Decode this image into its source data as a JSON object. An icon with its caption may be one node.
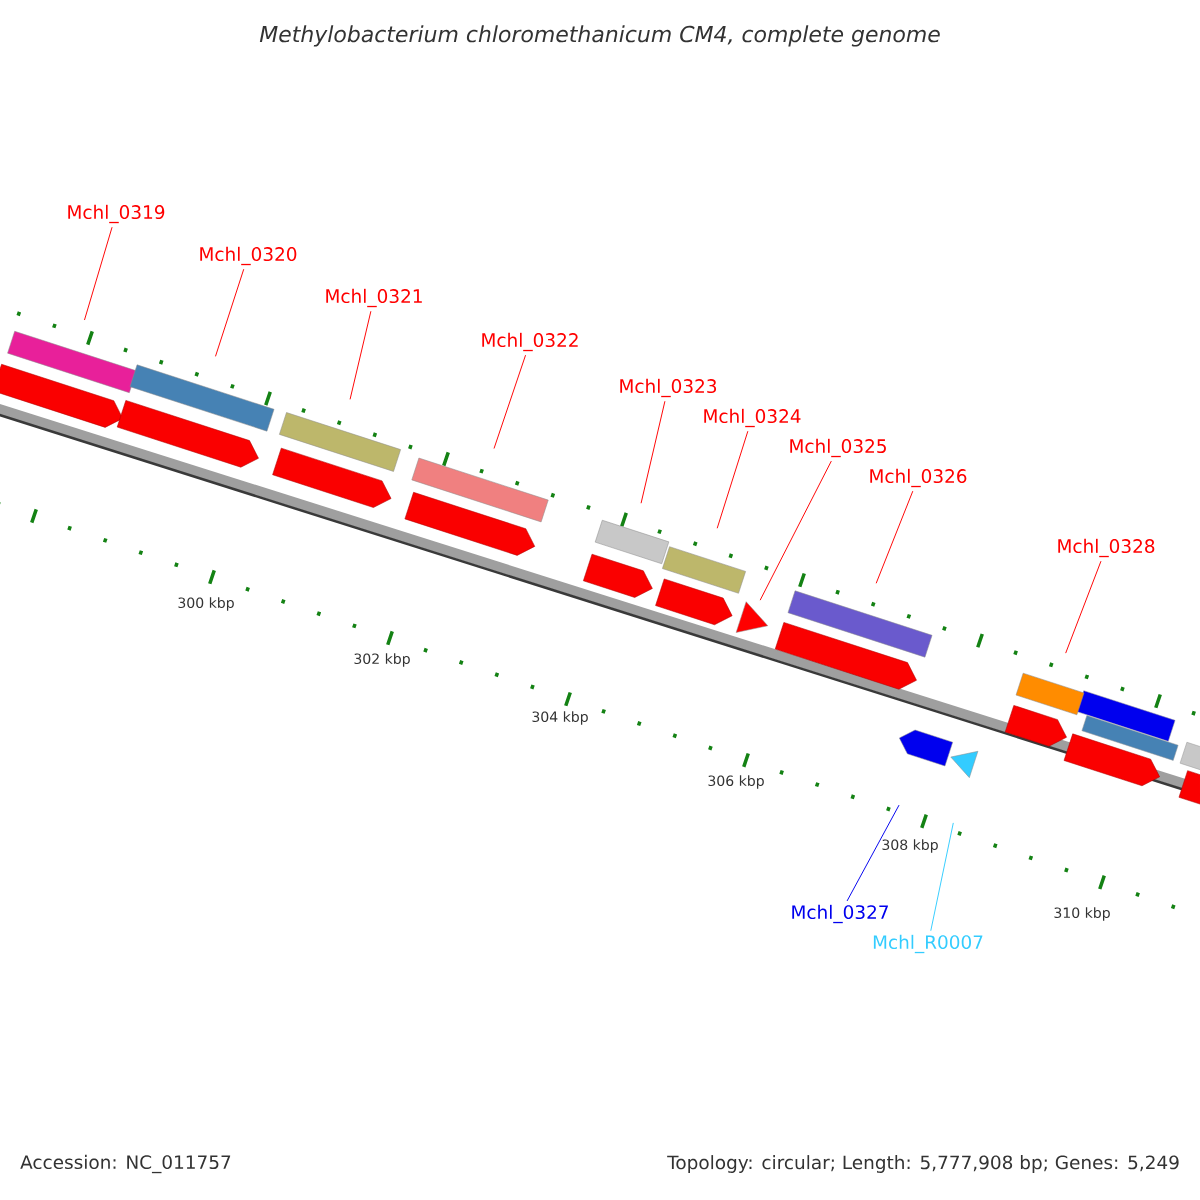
{
  "diagram": {
    "title": "Methylobacterium chloromethanicum CM4, complete genome",
    "nodes": [
      {
        "text": [
          "Mchl_0319"
        ]
      },
      {
        "text": [],
        "shape": "bar"
      },
      {
        "text": [
          "Mchl_0320"
        ]
      },
      {
        "text": [],
        "shape": "bar"
      },
      {
        "text": [
          "Mchl_0321"
        ]
      },
      {
        "text": [],
        "shape": "bar"
      },
      {
        "text": [
          "Mchl_0322"
        ]
      },
      {
        "text": [],
        "shape": "bar"
      },
      {
        "text": [
          "Mchl_0323"
        ]
      },
      {
        "text": [],
        "shape": "bar"
      },
      {
        "text": [
          "Mchl_0324"
        ]
      },
      {
        "text": [],
        "shape": "bar"
      },
      {
        "text": [
          "Mchl_0325"
        ]
      },
      {
        "text": [],
        "shape": "triangle"
      },
      {
        "text": [
          "Mchl_0326"
        ]
      },
      {
        "text": [],
        "shape": "bar"
      },
      {
        "text": [
          "Mchl_0327"
        ]
      },
      {
        "text": [],
        "shape": "arrow"
      },
      {
        "text": [
          "Mchl_R0007"
        ]
      },
      {
        "text": [],
        "shape": "triangle"
      },
      {
        "text": [
          "Mchl_0328"
        ]
      },
      {
        "text": [],
        "shape": "bar"
      }
    ],
    "edges": [
      {
        "from": 0,
        "to": 1,
        "arrow": "none"
      },
      {
        "from": 2,
        "to": 3,
        "arrow": "none"
      },
      {
        "from": 4,
        "to": 5,
        "arrow": "none"
      },
      {
        "from": 6,
        "to": 7,
        "arrow": "none"
      },
      {
        "from": 8,
        "to": 9,
        "arrow": "none"
      },
      {
        "from": 10,
        "to": 11,
        "arrow": "none"
      },
      {
        "from": 12,
        "to": 13,
        "arrow": "none"
      },
      {
        "from": 14,
        "to": 15,
        "arrow": "none"
      },
      {
        "from": 16,
        "to": 17,
        "arrow": "none",
        "color": "#0000ee"
      },
      {
        "from": 18,
        "to": 19,
        "arrow": "none",
        "color": "#33ccff"
      },
      {
        "from": 20,
        "to": 21,
        "arrow": "none"
      }
    ],
    "labels": [
      "300 kbp",
      "302 kbp",
      "304 kbp",
      "306 kbp",
      "308 kbp",
      "310 kbp",
      "Accession: NC_011757",
      "Topology: circular; Length: 5,777,908 bp; Genes: 5,249"
    ]
  }
}
